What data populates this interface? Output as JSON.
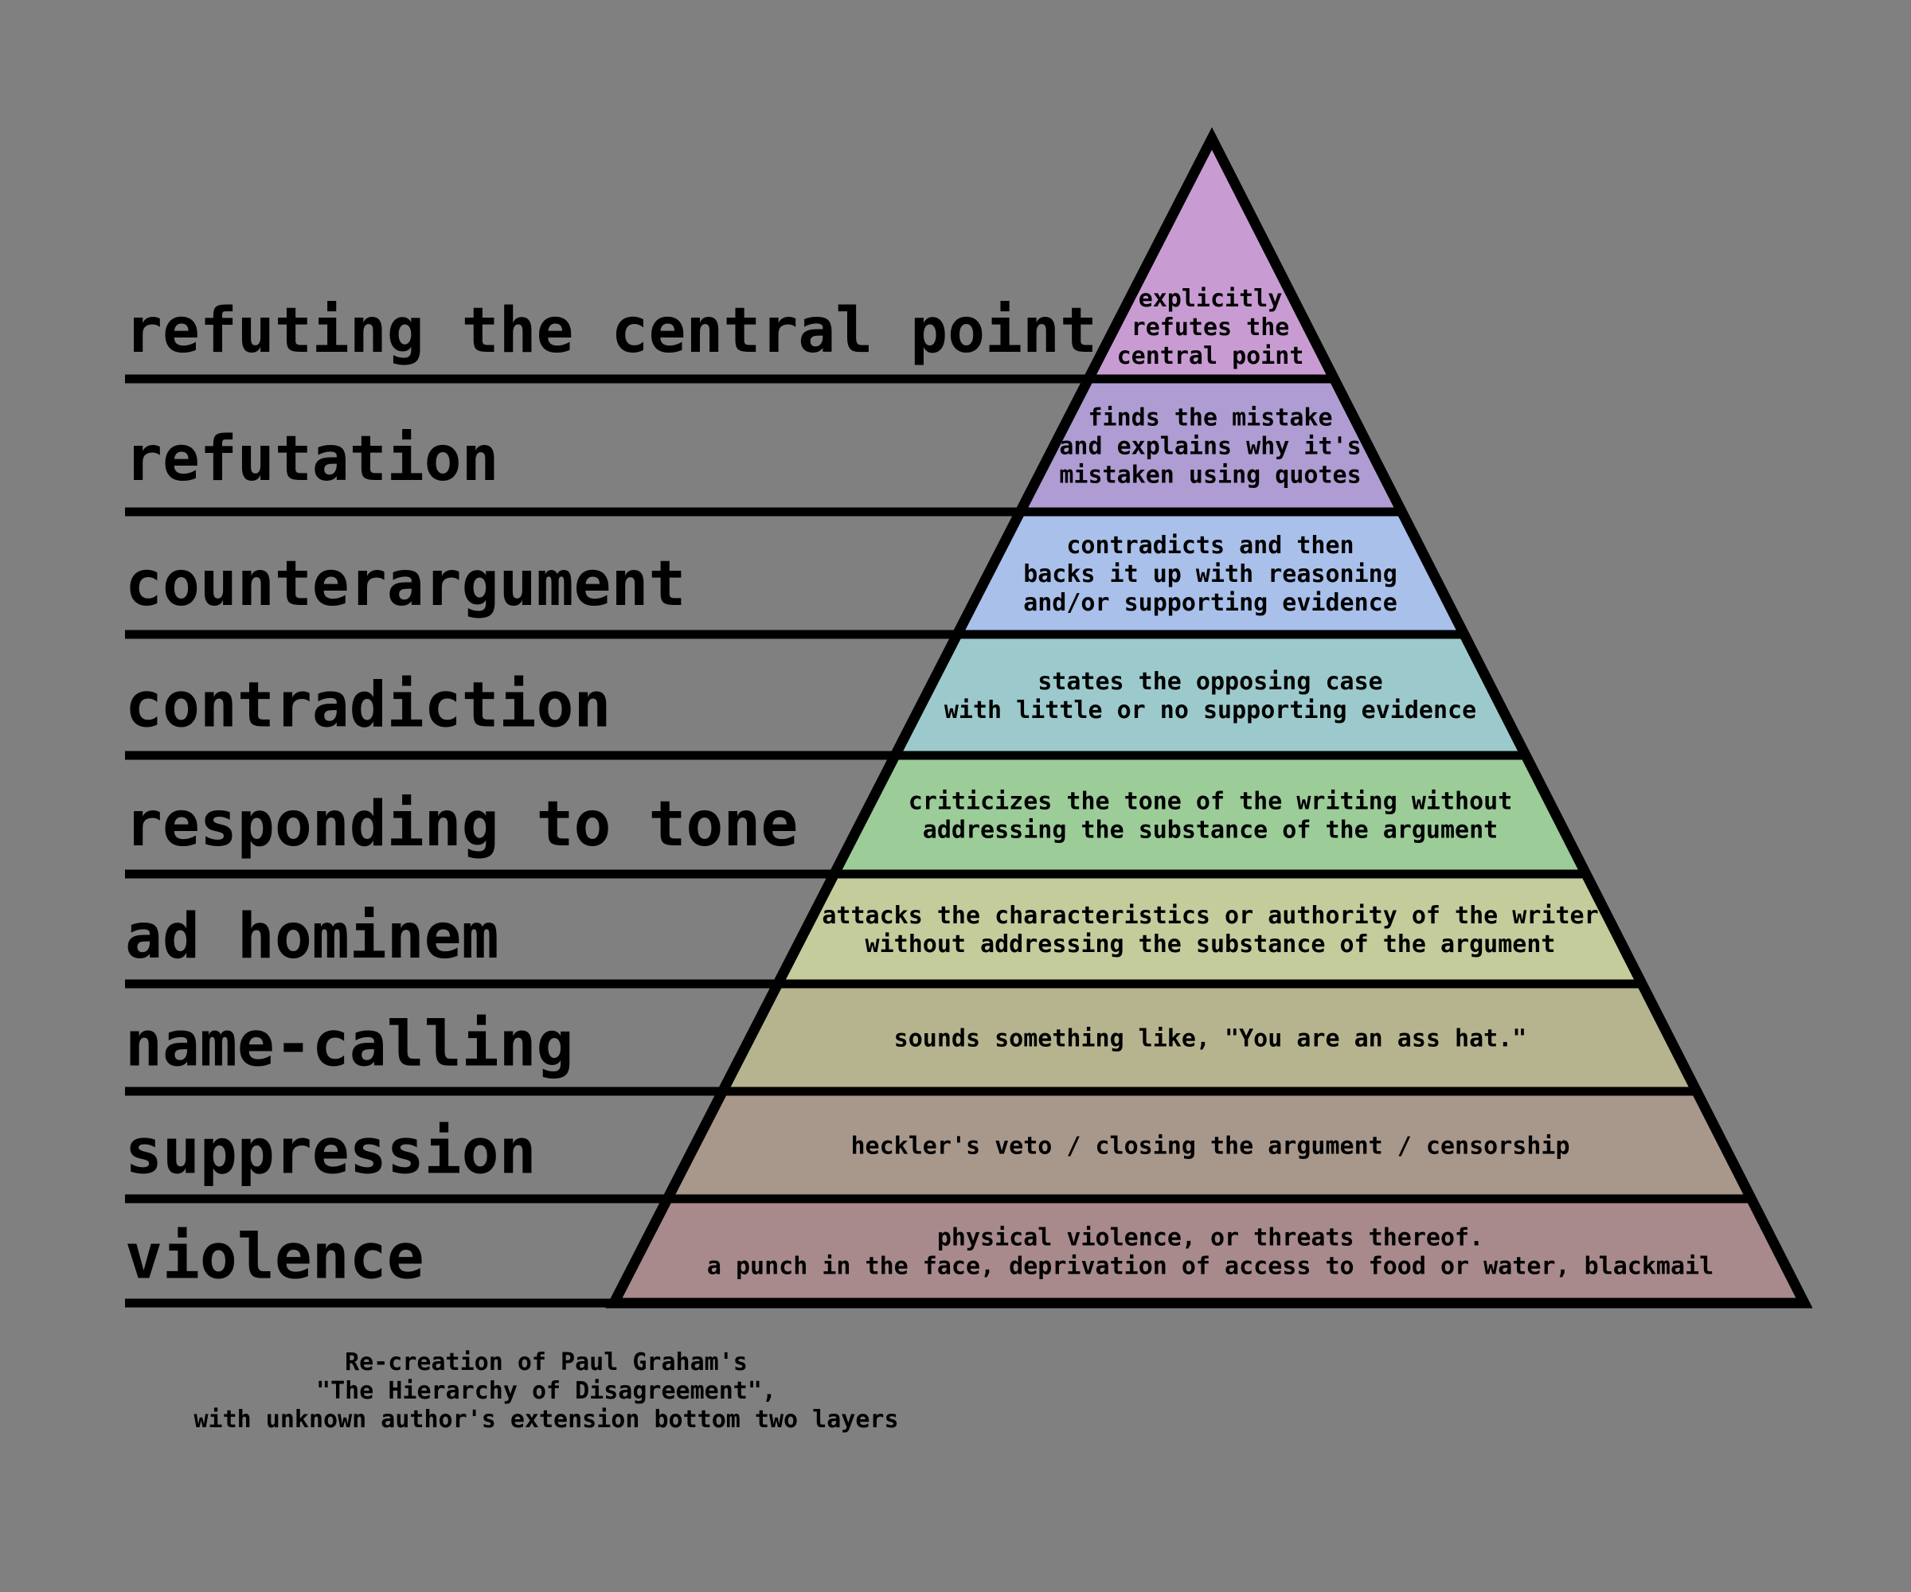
{
  "background_color": "#808080",
  "outline_color": "#000000",
  "levels": [
    {
      "label": "refuting the central point",
      "fill": "#c89cd2",
      "description": [
        "explicitly",
        "refutes the",
        "central point"
      ]
    },
    {
      "label": "refutation",
      "fill": "#ae9cd2",
      "description": [
        "finds the mistake",
        "and explains why it's",
        "mistaken using quotes"
      ]
    },
    {
      "label": "counterargument",
      "fill": "#a8c0ea",
      "description": [
        "contradicts and then",
        "backs it up with reasoning",
        "and/or supporting evidence"
      ]
    },
    {
      "label": "contradiction",
      "fill": "#9ccacc",
      "description": [
        "states the opposing case",
        "with little or no supporting evidence"
      ]
    },
    {
      "label": "responding to tone",
      "fill": "#9ccc98",
      "description": [
        "criticizes the tone of the writing without",
        "addressing the substance of the argument"
      ]
    },
    {
      "label": "ad hominem",
      "fill": "#c4cc9c",
      "description": [
        "attacks the characteristics or authority of the writer",
        "without addressing the substance of the argument"
      ]
    },
    {
      "label": "name-calling",
      "fill": "#b6b48e",
      "description": [
        "sounds something like, \"You are an ass hat.\""
      ]
    },
    {
      "label": "suppression",
      "fill": "#a8988c",
      "description": [
        "heckler's veto / closing the argument / censorship"
      ]
    },
    {
      "label": "violence",
      "fill": "#a88a8c",
      "description": [
        "physical violence, or threats thereof.",
        "a punch in the face, deprivation of access to food or water, blackmail"
      ]
    }
  ],
  "caption": [
    "Re-creation of Paul Graham's",
    "\"The Hierarchy of Disagreement\",",
    "with unknown author's extension bottom two layers"
  ]
}
